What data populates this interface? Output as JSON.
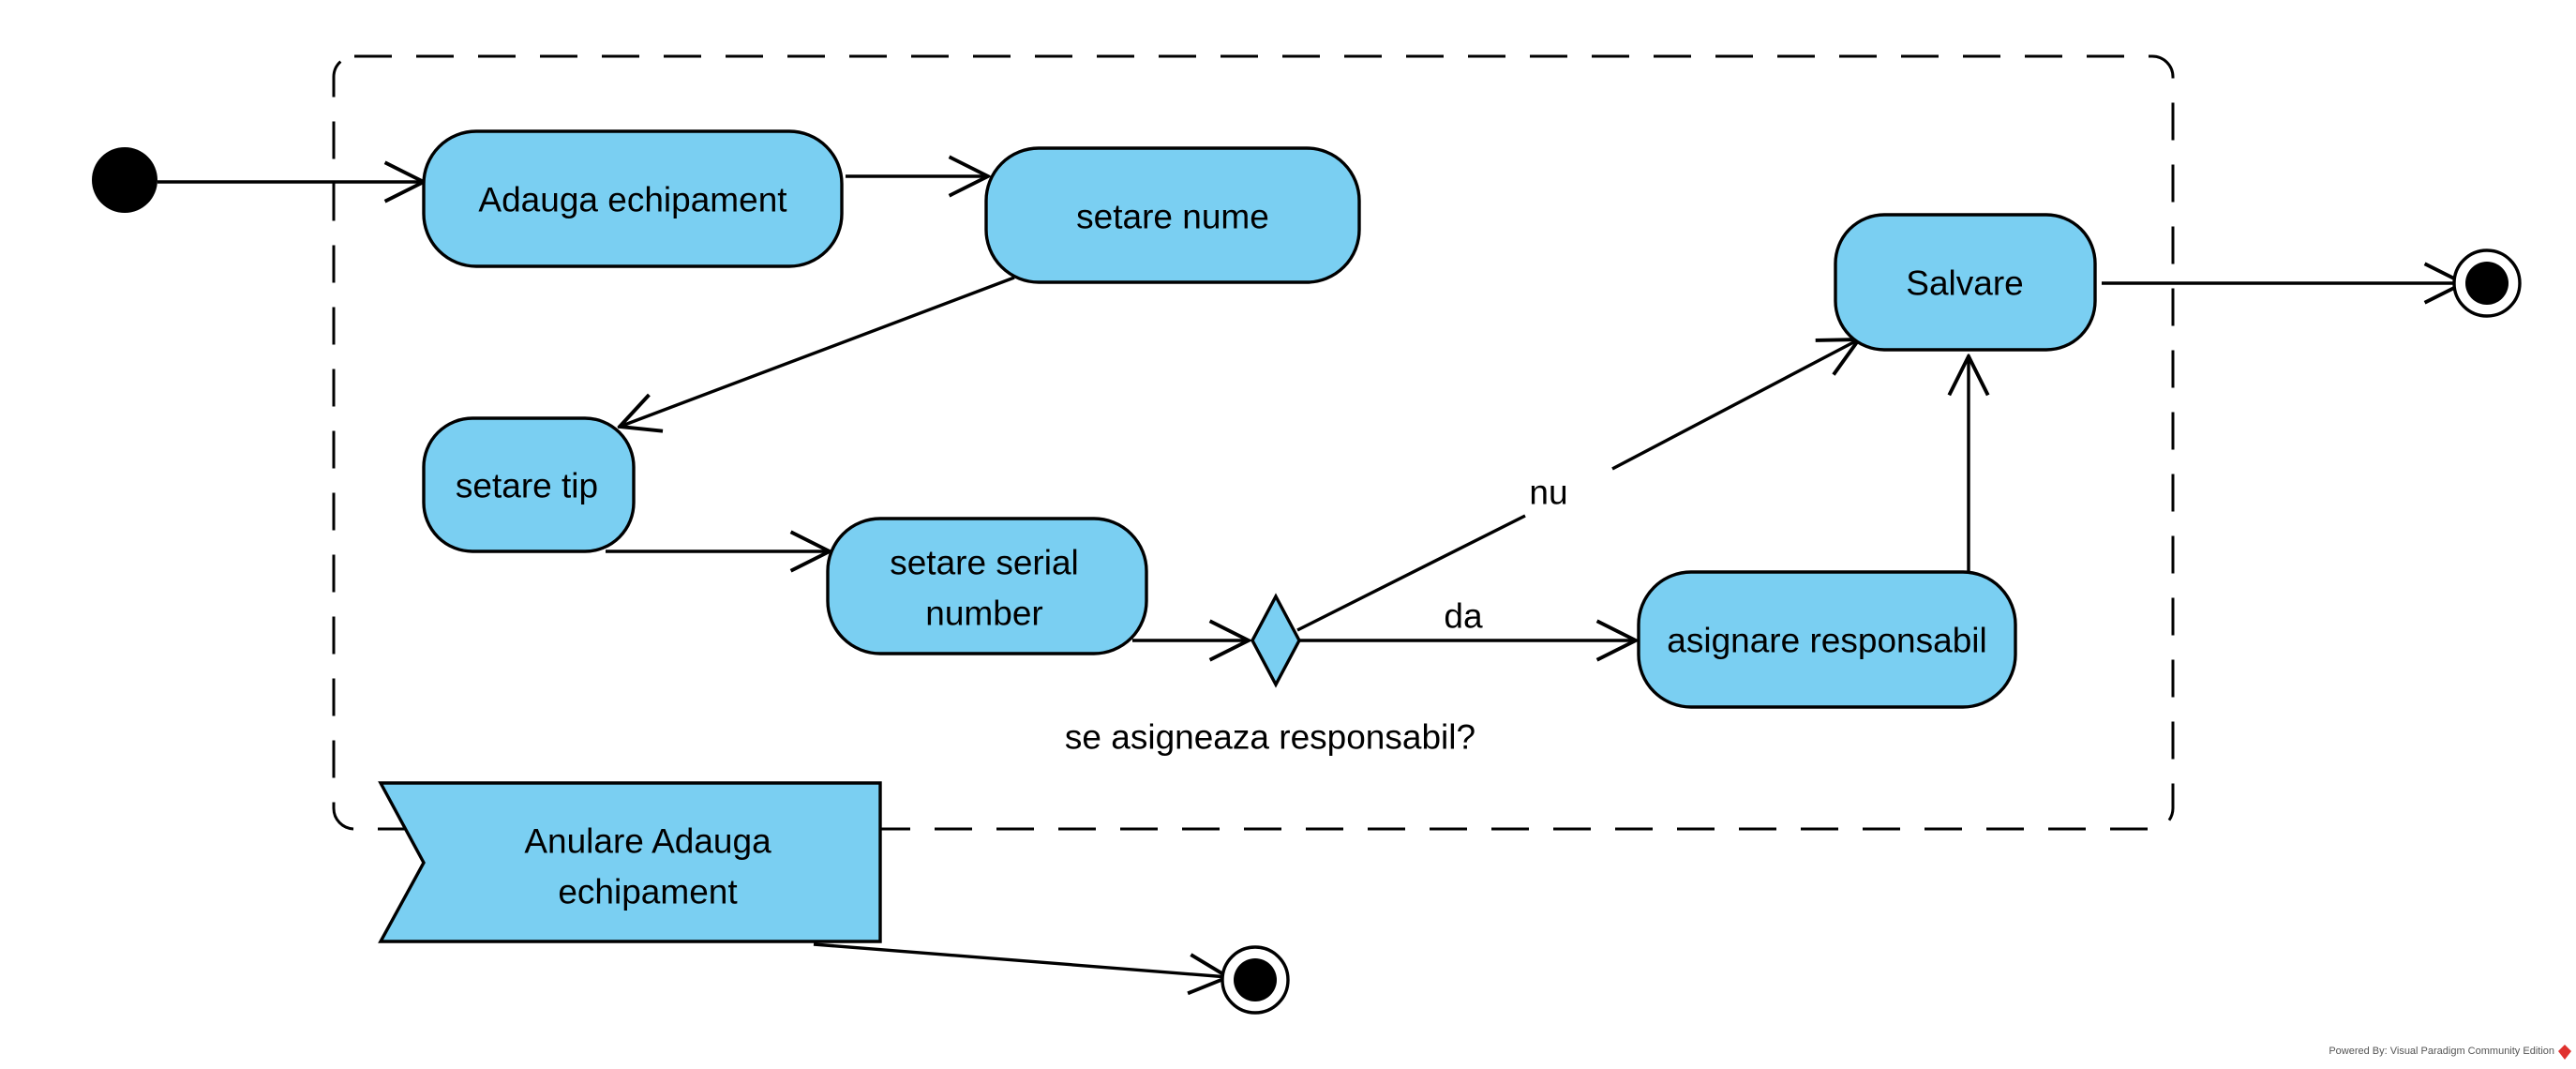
{
  "colors": {
    "node_fill": "#7ACFF2",
    "stroke": "#000000",
    "background": "#FFFFFF",
    "brand_logo": "#E0312E"
  },
  "region": {
    "kind": "interruptible-activity-region",
    "border_style": "dashed"
  },
  "nodes": {
    "adauga_echipament": "Adauga echipament",
    "setare_nume": "setare nume",
    "setare_tip": "setare tip",
    "setare_serial_line1": "setare serial",
    "setare_serial_line2": "number",
    "salvare": "Salvare",
    "asignare_responsabil": "asignare responsabil",
    "anulare_line1": "Anulare Adauga",
    "anulare_line2": "echipament"
  },
  "decision": {
    "question": "se asigneaza responsabil?",
    "yes_label": "da",
    "no_label": "nu"
  },
  "footer": {
    "text": "Powered By: Visual Paradigm Community Edition",
    "logo_icon": "visual-paradigm-logo-icon"
  }
}
